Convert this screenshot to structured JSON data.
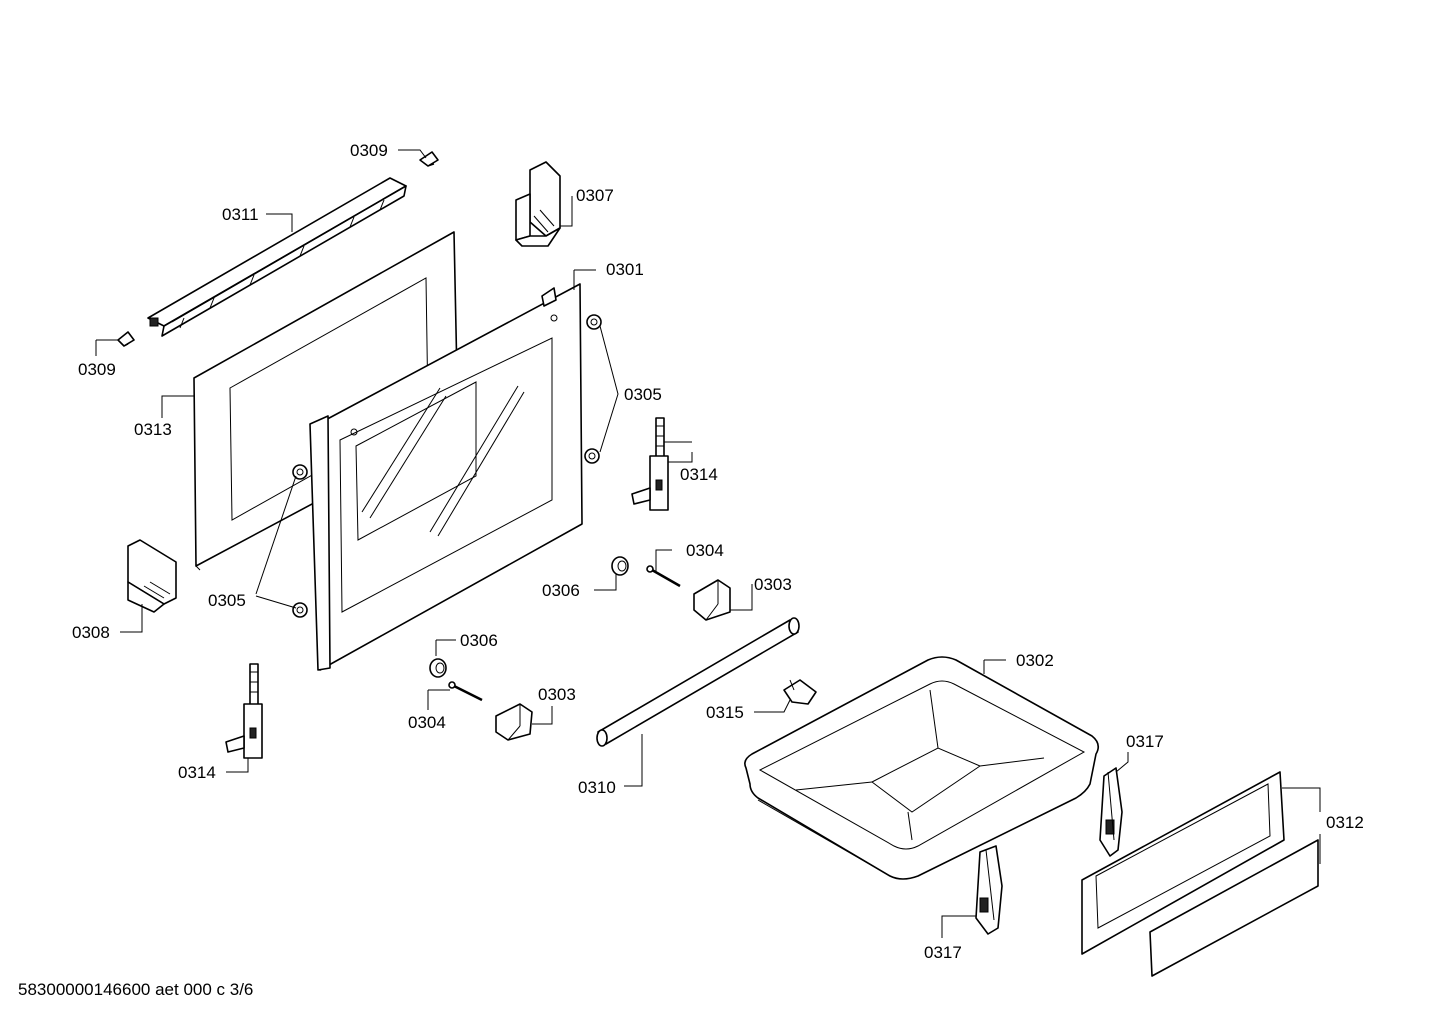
{
  "labels": {
    "c0301": "0301",
    "c0302": "0302",
    "c0303a": "0303",
    "c0303b": "0303",
    "c0304a": "0304",
    "c0304b": "0304",
    "c0305a": "0305",
    "c0305b": "0305",
    "c0306a": "0306",
    "c0306b": "0306",
    "c0307": "0307",
    "c0308": "0308",
    "c0309a": "0309",
    "c0309b": "0309",
    "c0310": "0310",
    "c0311": "0311",
    "c0312": "0312",
    "c0313": "0313",
    "c0314a": "0314",
    "c0314b": "0314",
    "c0315": "0315",
    "c0317a": "0317",
    "c0317b": "0317"
  },
  "footer": "58300000146600 aet 000 c 3/6"
}
